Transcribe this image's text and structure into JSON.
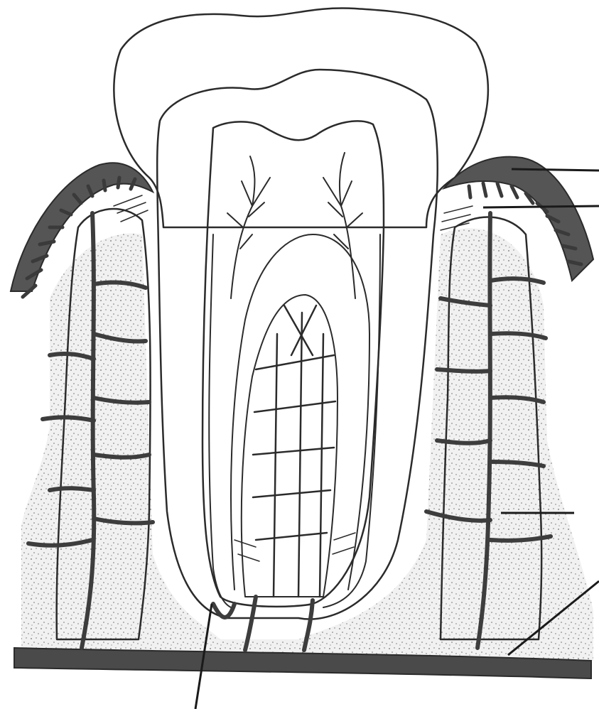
{
  "diagram": {
    "subject": "tooth-cross-section",
    "colors": {
      "ink": "#2b2b2b",
      "enamel": "#ffffff",
      "dentin": "#dcdcdc",
      "pulp": "#ffffff",
      "gum": "#5a5a5a",
      "bone_stipple": "#7a7a7a",
      "vessel": "#4a4a4a"
    },
    "leader_lines": [
      "gum-leader",
      "periodontal-fiber-leader",
      "vessel-leader",
      "bone-leader",
      "root-apex-leader"
    ]
  }
}
